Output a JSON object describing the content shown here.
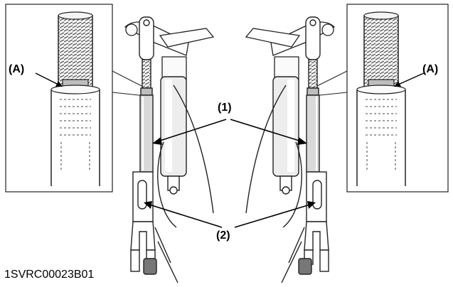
{
  "labels": {
    "callout_a_left": "(A)",
    "callout_a_right": "(A)",
    "callout_1": "(1)",
    "callout_2": "(2)"
  },
  "figure_code": "1SVRC00023B01",
  "colors": {
    "line": "#1a1a1a",
    "shade": "#bfbfbf",
    "light": "#e6e6e6"
  }
}
